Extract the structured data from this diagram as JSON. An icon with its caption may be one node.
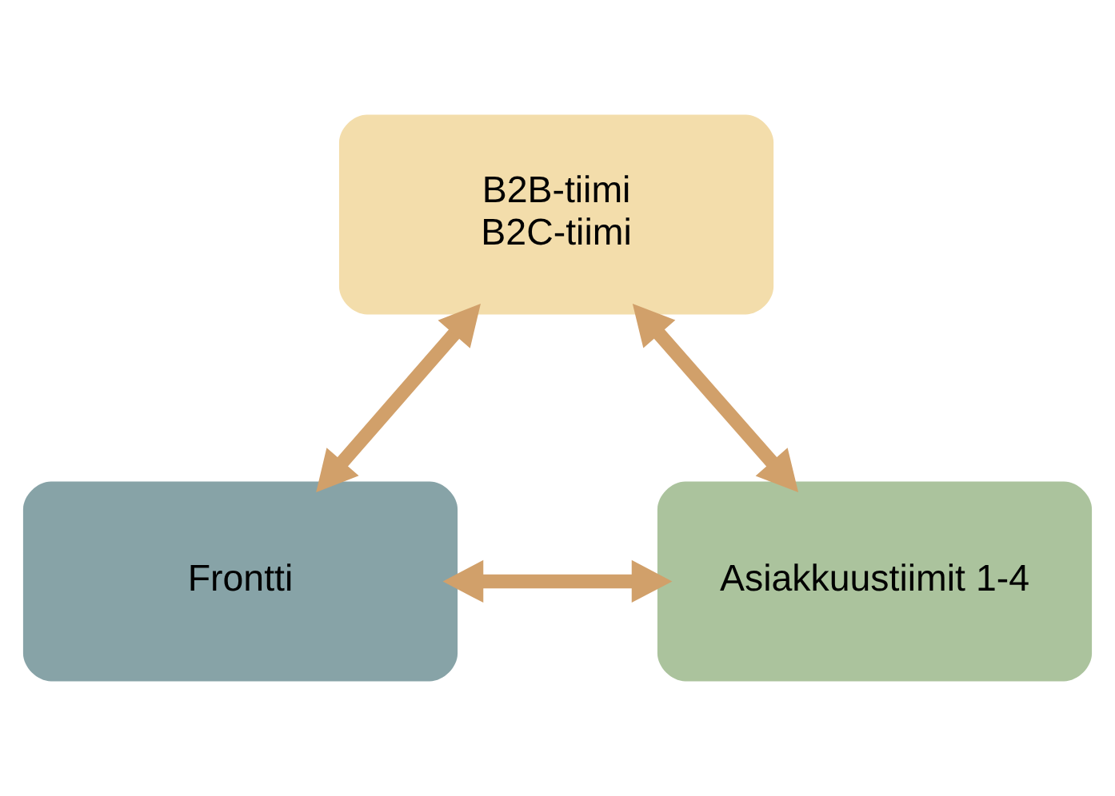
{
  "diagram": {
    "nodes": [
      {
        "text": [
          "B2B-tiimi",
          "B2C-tiimi"
        ]
      },
      {
        "text": [
          "Frontti"
        ]
      },
      {
        "text": [
          "Asiakkuustiimit 1-4"
        ]
      }
    ],
    "edges": [
      {
        "from": 0,
        "to": 1,
        "arrow": "both"
      },
      {
        "from": 0,
        "to": 2,
        "arrow": "both"
      },
      {
        "from": 1,
        "to": 2,
        "arrow": "both"
      }
    ]
  }
}
